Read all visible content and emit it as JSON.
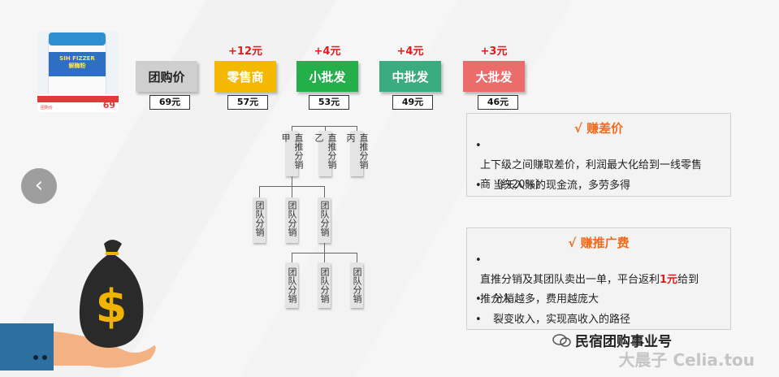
{
  "product": {
    "name_text": "SIH FIZZER",
    "sub_text": "解酶粉",
    "price": "69",
    "small_caption": "团购价"
  },
  "tiers": [
    {
      "label": "团购价",
      "price": "69元",
      "increment": ""
    },
    {
      "label": "零售商",
      "price": "57元",
      "increment": "+12元"
    },
    {
      "label": "小批发",
      "price": "53元",
      "increment": "+4元"
    },
    {
      "label": "中批发",
      "price": "49元",
      "increment": "+4元"
    },
    {
      "label": "大批发",
      "price": "46元",
      "increment": "+3元"
    }
  ],
  "tree": {
    "top": [
      "直推分销甲",
      "直推分销乙",
      "直推分销丙"
    ],
    "middle": [
      "团队分销",
      "团队分销",
      "团队分销"
    ],
    "bottom": [
      "团队分销",
      "团队分销",
      "团队分销"
    ]
  },
  "panel1": {
    "title": "√ 赚差价",
    "items": [
      "上下级之间赚取差价，利润最大化给到一线零售商（约20%）",
      "当天入账的现金流，多劳多得"
    ]
  },
  "panel2": {
    "title": "√ 赚推广费",
    "items": [
      {
        "before": "直推分销及其团队卖出一单，平台返利",
        "highlight": "1元",
        "after": "给到推介人"
      },
      {
        "before": "分销越多，费用越庞大",
        "highlight": "",
        "after": ""
      },
      {
        "before": "裂变收入，实现高收入的路径",
        "highlight": "",
        "after": ""
      }
    ]
  },
  "nav": {
    "back": "‹"
  },
  "footer": {
    "wechat": "民宿团购事业号",
    "watermark": "大晨子 Celia.tou"
  },
  "colors": {
    "accent": "#f26b1d",
    "red": "#e21b1b",
    "yellow": "#f5b800",
    "green": "#23b04a",
    "teal": "#3aac7f",
    "pink": "#ec6c6c"
  }
}
